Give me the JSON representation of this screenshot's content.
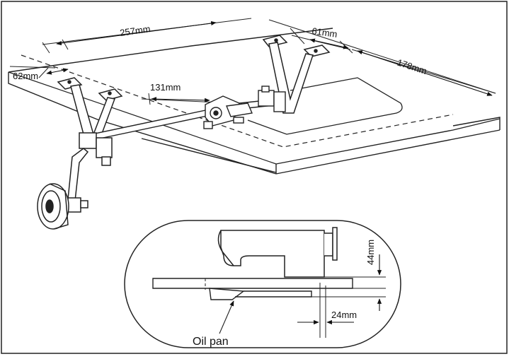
{
  "labels": {
    "dim_257": "257mm",
    "dim_61": "61mm",
    "dim_178": "178mm",
    "dim_62": "62mm",
    "dim_131": "131mm",
    "dim_44": "44mm",
    "dim_24": "24mm",
    "oil_pan": "Oil pan"
  }
}
